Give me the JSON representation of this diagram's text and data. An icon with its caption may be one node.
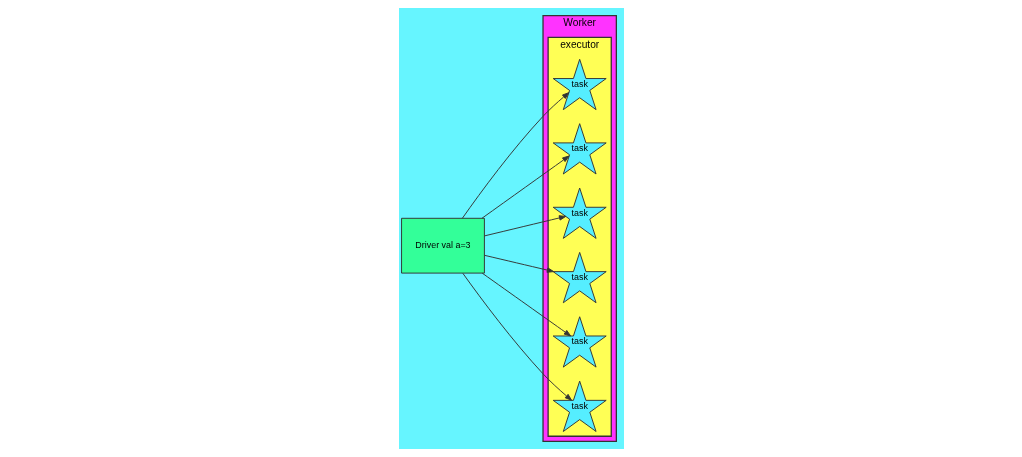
{
  "diagram": {
    "nodes": [
      {
        "text": [
          "Worker"
        ]
      },
      {
        "text": [
          "executor"
        ],
        "in": 0
      },
      {
        "text": [
          "task"
        ],
        "in": 1
      },
      {
        "text": [
          "task"
        ],
        "in": 1
      },
      {
        "text": [
          "task"
        ],
        "in": 1
      },
      {
        "text": [
          "task"
        ],
        "in": 1
      },
      {
        "text": [
          "task"
        ],
        "in": 1
      },
      {
        "text": [
          "task"
        ],
        "in": 1
      },
      {
        "text": [
          "Driver val a=3"
        ]
      }
    ],
    "edges": [
      {
        "from": 8,
        "to": 2,
        "arrow": "to"
      },
      {
        "from": 8,
        "to": 3,
        "arrow": "to"
      },
      {
        "from": 8,
        "to": 4,
        "arrow": "to"
      },
      {
        "from": 8,
        "to": 5,
        "arrow": "to"
      },
      {
        "from": 8,
        "to": 6,
        "arrow": "to"
      },
      {
        "from": 8,
        "to": 7,
        "arrow": "to"
      }
    ]
  }
}
